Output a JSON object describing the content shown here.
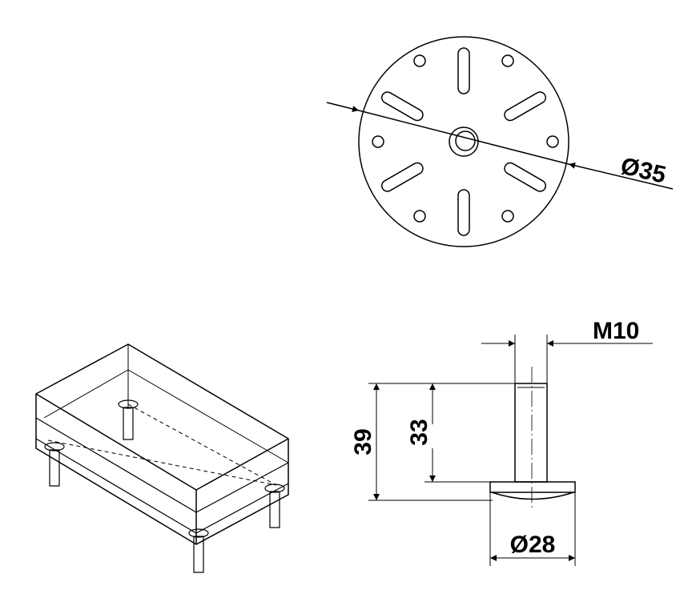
{
  "top_view": {
    "diameter_label": "Ø35"
  },
  "side_view": {
    "thread_label": "M10",
    "overall_height_label": "39",
    "thread_length_label": "33",
    "base_diameter_label": "Ø28"
  },
  "colors": {
    "line": "#000000",
    "background": "#ffffff"
  }
}
